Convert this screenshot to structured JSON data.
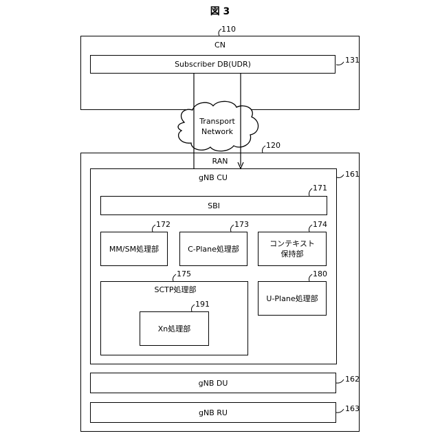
{
  "figure_title": "図 3",
  "cn": {
    "label": "CN",
    "ref": "110"
  },
  "subscriber_db": {
    "label": "Subscriber DB(UDR)",
    "ref": "131"
  },
  "transport_network": {
    "line1": "Transport",
    "line2": "Network"
  },
  "ran": {
    "label": "RAN",
    "ref": "120"
  },
  "gnb_cu": {
    "label": "gNB CU",
    "ref": "161"
  },
  "sbi": {
    "label": "SBI",
    "ref": "171"
  },
  "mm_sm": {
    "label": "MM/SM処理部",
    "ref": "172"
  },
  "c_plane": {
    "label": "C-Plane処理部",
    "ref": "173"
  },
  "context": {
    "line1": "コンテキスト",
    "line2": "保持部",
    "ref": "174"
  },
  "sctp": {
    "label": "SCTP処理部",
    "ref": "175"
  },
  "u_plane": {
    "label": "U-Plane処理部",
    "ref": "180"
  },
  "xn": {
    "label": "Xn処理部",
    "ref": "191"
  },
  "gnb_du": {
    "label": "gNB DU",
    "ref": "162"
  },
  "gnb_ru": {
    "label": "gNB RU",
    "ref": "163"
  }
}
